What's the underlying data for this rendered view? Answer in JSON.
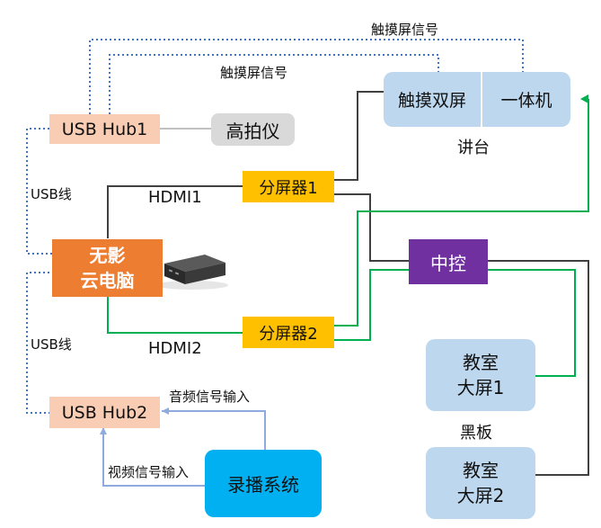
{
  "nodes": {
    "usb_hub1": "USB Hub1",
    "usb_hub2": "USB Hub2",
    "camera": "高拍仪",
    "cloud_pc_line1": "无影",
    "cloud_pc_line2": "云电脑",
    "splitter1": "分屏器1",
    "splitter2": "分屏器2",
    "touch_dual": "触摸双屏",
    "all_in_one": "一体机",
    "podium": "讲台",
    "controller": "中控",
    "screen1_line1": "教室",
    "screen1_line2": "大屏1",
    "screen2_line1": "教室",
    "screen2_line2": "大屏2",
    "blackboard": "黑板",
    "recording": "录播系统"
  },
  "edges": {
    "touch_signal_top": "触摸屏信号",
    "touch_signal_inner": "触摸屏信号",
    "usb_line_upper": "USB线",
    "usb_line_lower": "USB线",
    "hdmi1": "HDMI1",
    "hdmi2": "HDMI2",
    "audio_input": "音频信号输入",
    "video_input": "视频信号输入"
  },
  "colors": {
    "usb_hub": "#f9cdb3",
    "camera": "#d9d9d9",
    "cloud_pc": "#ed7d31",
    "splitter": "#ffc000",
    "podium_panel": "#bdd7ee",
    "controller": "#7030a0",
    "classroom_screen": "#bdd7ee",
    "recording": "#00b0f0",
    "dotted_link": "#4472c4",
    "hdmi_dark": "#404040",
    "hdmi_green": "#00b050",
    "signal_light_blue": "#8faadc"
  }
}
